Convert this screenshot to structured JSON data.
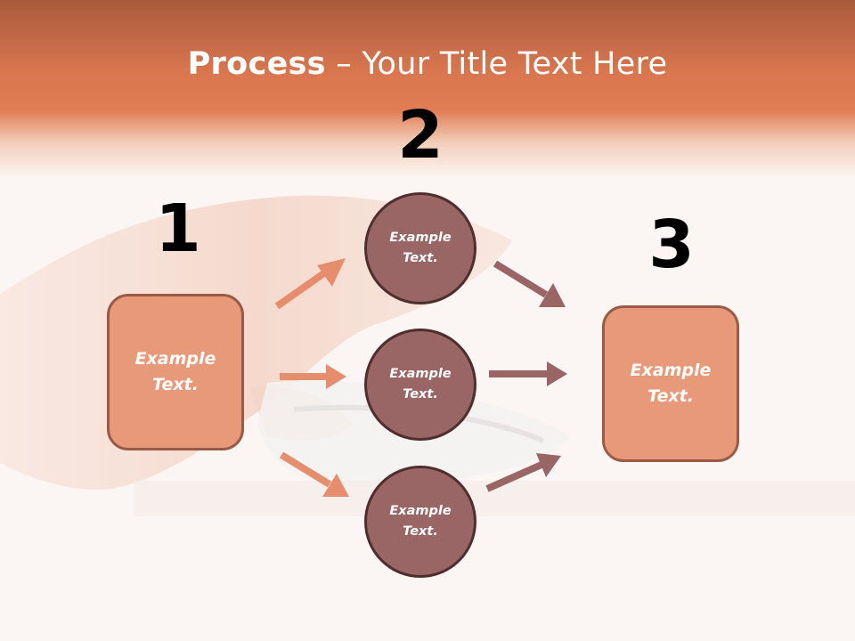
{
  "slide": {
    "title_bold": "Process",
    "title_rest": " – Your Title Text Here"
  },
  "steps": {
    "num1": "1",
    "num2": "2",
    "num3": "3"
  },
  "nodes": {
    "box_left": "Example\nText.",
    "circle_top": "Example\nText.",
    "circle_middle": "Example\nText.",
    "circle_bottom": "Example\nText.",
    "box_right": "Example\nText."
  },
  "colors": {
    "header": "#e07d55",
    "box_fill": "#e8997a",
    "box_border": "#9a5a48",
    "circle_fill": "#9a6565",
    "circle_border": "#4e2f2e",
    "arrow_in": "#e58d6c",
    "arrow_out": "#9a6565"
  }
}
